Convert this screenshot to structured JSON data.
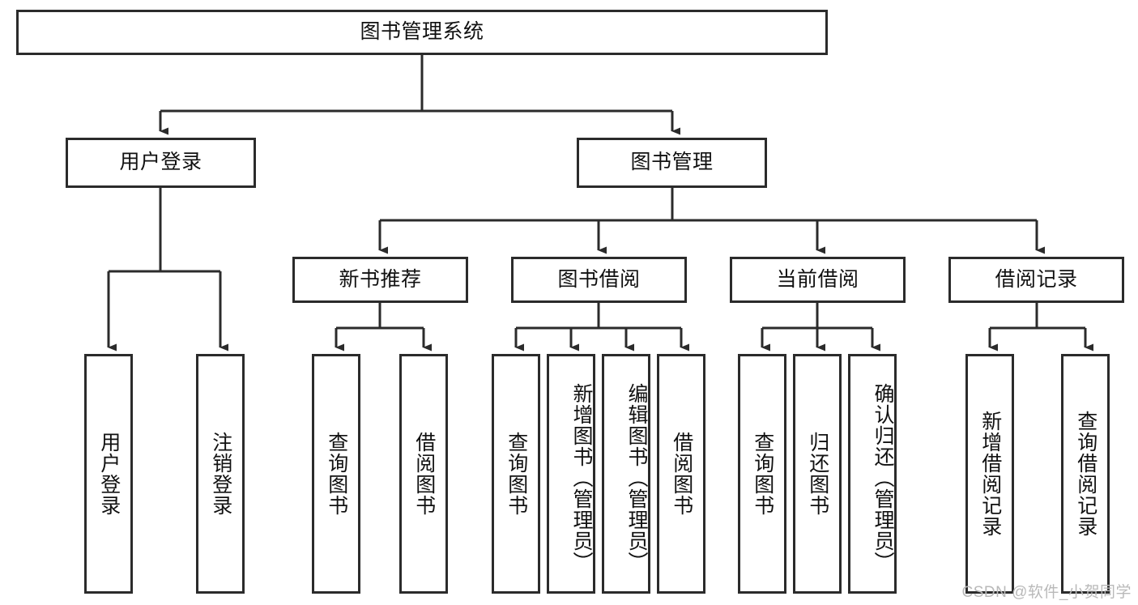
{
  "diagram": {
    "type": "tree-hierarchy-chart",
    "title": "图书管理系统",
    "watermark": "CSDN @软件_小贺同学",
    "colors": {
      "stroke": "#2b2b2b",
      "fill": "#ffffff",
      "text": "#111111",
      "watermark": "#b9b9b9"
    },
    "levels": {
      "root": {
        "label": "图书管理系统"
      },
      "level2": [
        {
          "id": "user-login",
          "label": "用户登录"
        },
        {
          "id": "book-management",
          "label": "图书管理"
        }
      ],
      "level3": [
        {
          "id": "new-book-recommend",
          "label": "新书推荐",
          "parent": "book-management"
        },
        {
          "id": "book-borrow",
          "label": "图书借阅",
          "parent": "book-management"
        },
        {
          "id": "current-borrow",
          "label": "当前借阅",
          "parent": "book-management"
        },
        {
          "id": "borrow-record",
          "label": "借阅记录",
          "parent": "book-management"
        }
      ],
      "leaves": [
        {
          "id": "leaf-user-login",
          "label": "用户登录",
          "parent": "user-login"
        },
        {
          "id": "leaf-logout-login",
          "label": "注销登录",
          "parent": "user-login"
        },
        {
          "id": "leaf-query-book-1",
          "label": "查询图书",
          "parent": "new-book-recommend"
        },
        {
          "id": "leaf-borrow-book-1",
          "label": "借阅图书",
          "parent": "new-book-recommend"
        },
        {
          "id": "leaf-query-book-2",
          "label": "查询图书",
          "parent": "book-borrow"
        },
        {
          "id": "leaf-add-book",
          "label": "新增图书（管理员）",
          "parent": "book-borrow"
        },
        {
          "id": "leaf-edit-book",
          "label": "编辑图书（管理员）",
          "parent": "book-borrow"
        },
        {
          "id": "leaf-borrow-book-2",
          "label": "借阅图书",
          "parent": "book-borrow"
        },
        {
          "id": "leaf-query-book-3",
          "label": "查询图书",
          "parent": "current-borrow"
        },
        {
          "id": "leaf-return-book",
          "label": "归还图书",
          "parent": "current-borrow"
        },
        {
          "id": "leaf-confirm-return",
          "label": "确认归还（管理员）",
          "parent": "current-borrow"
        },
        {
          "id": "leaf-add-record",
          "label": "新增借阅记录",
          "parent": "borrow-record"
        },
        {
          "id": "leaf-query-record",
          "label": "查询借阅记录",
          "parent": "borrow-record"
        }
      ]
    }
  }
}
